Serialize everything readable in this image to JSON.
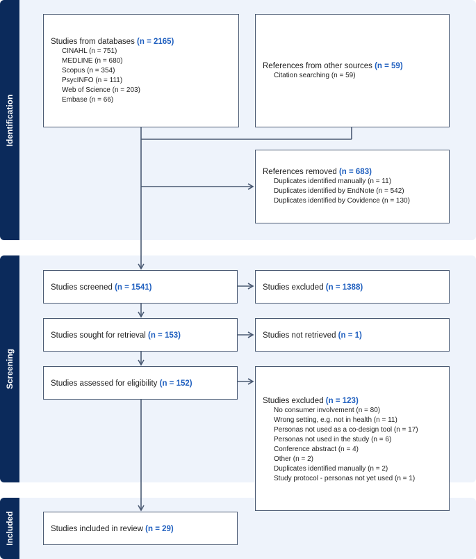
{
  "sections": {
    "identification": "Identification",
    "screening": "Screening",
    "included": "Included"
  },
  "boxes": {
    "databases": {
      "label": "Studies from databases ",
      "count": "(n = 2165)",
      "items": [
        "CINAHL (n = 751)",
        "MEDLINE (n = 680)",
        "Scopus (n = 354)",
        "PsycINFO (n = 111)",
        "Web of Science (n = 203)",
        "Embase (n = 66)"
      ]
    },
    "other_sources": {
      "label": "References from other sources ",
      "count": "(n = 59)",
      "items": [
        "Citation searching (n = 59)"
      ]
    },
    "removed": {
      "label": "References removed ",
      "count": "(n = 683)",
      "items": [
        "Duplicates identified manually (n = 11)",
        "Duplicates identified by EndNote (n = 542)",
        "Duplicates identified by Covidence (n = 130)"
      ]
    },
    "screened": {
      "label": "Studies screened ",
      "count": "(n = 1541)"
    },
    "excluded_screen": {
      "label": "Studies excluded ",
      "count": "(n = 1388)"
    },
    "retrieval": {
      "label": "Studies sought for retrieval ",
      "count": "(n = 153)"
    },
    "not_retrieved": {
      "label": "Studies not retrieved ",
      "count": "(n = 1)"
    },
    "eligibility": {
      "label": "Studies assessed for eligibility ",
      "count": "(n = 152)"
    },
    "excluded_full": {
      "label": "Studies excluded ",
      "count": "(n = 123)",
      "items": [
        "No consumer involvement (n = 80)",
        "Wrong setting, e.g. not in health (n = 11)",
        "Personas not used as a co-design tool (n = 17)",
        "Personas not used in the study (n = 6)",
        "Conference abstract (n = 4)",
        "Other (n = 2)",
        "Duplicates identified manually (n = 2)",
        "Study protocol - personas not yet used (n = 1)"
      ]
    },
    "included": {
      "label": "Studies included in review ",
      "count": "(n = 29)"
    }
  }
}
